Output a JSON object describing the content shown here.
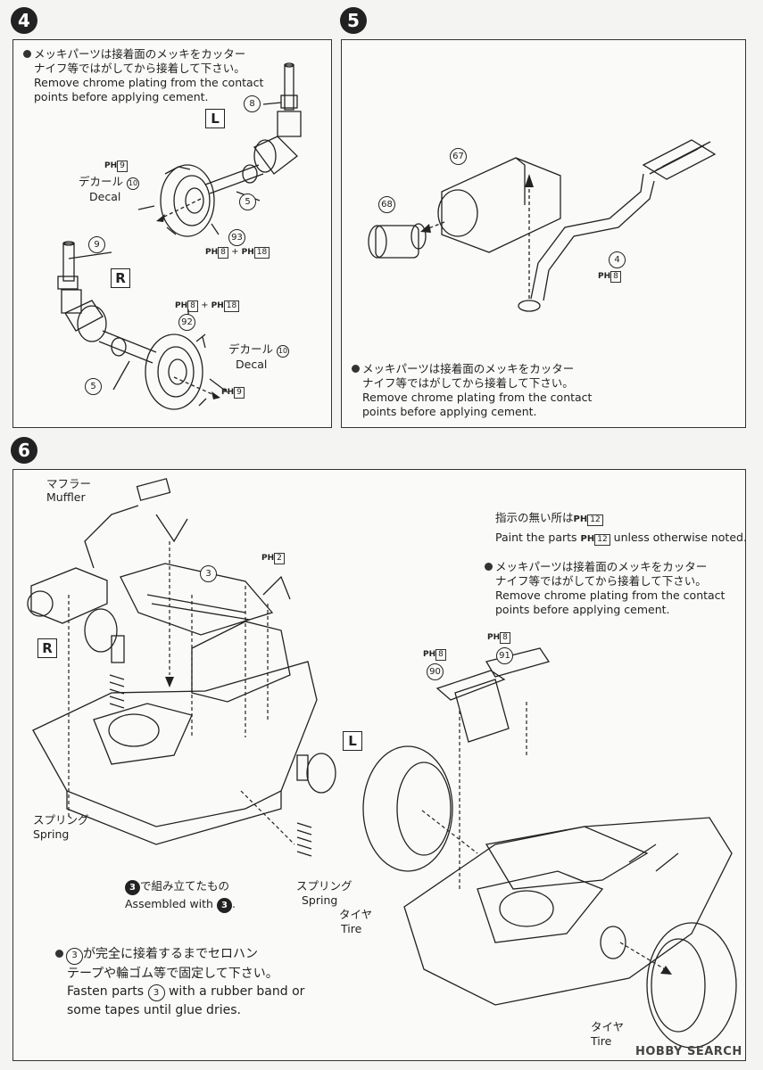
{
  "steps": [
    "4",
    "5",
    "6"
  ],
  "chrome_note": {
    "jp_line1": "メッキパーツは接着面のメッキをカッター",
    "jp_line2": "ナイフ等ではがしてから接着して下さい。",
    "en_line1": "Remove chrome plating from the contact",
    "en_line2": "points before applying cement."
  },
  "side_labels": {
    "left": "L",
    "right": "R"
  },
  "decal": {
    "jp": "デカール",
    "en": "Decal",
    "num": "10"
  },
  "paint": {
    "ph": "PH",
    "c9": "9",
    "c8": "8",
    "c18": "18",
    "c12": "12",
    "c2": "2",
    "plus": "+"
  },
  "parts": {
    "p8": "8",
    "p9": "9",
    "p5": "5",
    "p93": "93",
    "p92": "92",
    "p67": "67",
    "p68": "68",
    "p4": "4",
    "p3": "3",
    "p90": "90",
    "p91": "91"
  },
  "step6": {
    "muffler_jp": "マフラー",
    "muffler_en": "Muffler",
    "default_jp_pre": "指示の無い所は",
    "default_en_pre": "Paint the parts",
    "default_en_post": "unless otherwise noted.",
    "spring_jp": "スプリング",
    "spring_en": "Spring",
    "assembled_jp": "で組み立てたもの",
    "assembled_en": "Assembled with",
    "tire_jp": "タイヤ",
    "tire_en": "Tire",
    "fix_jp1": "が完全に接着するまでセロハン",
    "fix_jp2": "テープや輪ゴム等で固定して下さい。",
    "fix_en_pre": "Fasten parts",
    "fix_en_post": "with a rubber band or",
    "fix_en2": "some tapes until glue dries."
  },
  "watermark": "HOBBY SEARCH"
}
